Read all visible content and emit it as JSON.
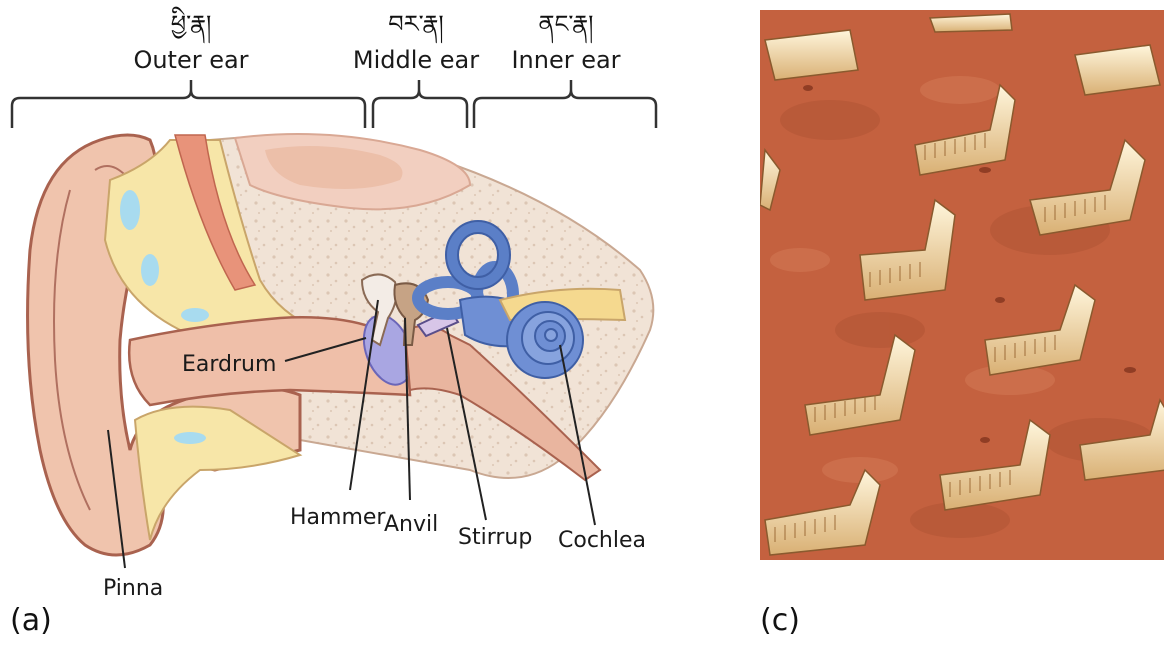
{
  "sections": [
    {
      "tibetan": "ཕྱི་རྣ།",
      "english": "Outer ear"
    },
    {
      "tibetan": "བར་རྣ།",
      "english": "Middle ear"
    },
    {
      "tibetan": "ནང་རྣ།",
      "english": "Inner ear"
    }
  ],
  "labels": {
    "eardrum": "Eardrum",
    "hammer": "Hammer",
    "anvil": "Anvil",
    "stirrup": "Stirrup",
    "cochlea": "Cochlea",
    "pinna": "Pinna"
  },
  "panels": {
    "a": "(a)",
    "c": "(c)"
  },
  "colors": {
    "skin": "#efc2aa",
    "skin_dark": "#d99a83",
    "bone": "#f3e6da",
    "fat": "#f7e6a7",
    "blue": "#6f8fd4",
    "tissue": "#c9633f"
  }
}
